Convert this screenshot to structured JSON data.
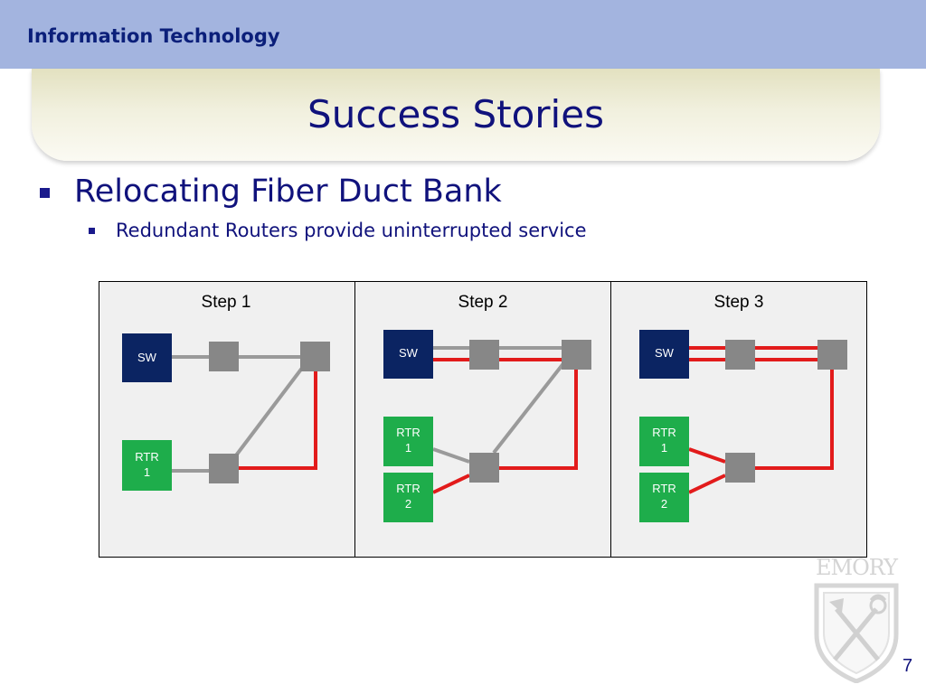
{
  "header": {
    "org": "Information Technology",
    "title": "Success Stories"
  },
  "bullets": [
    {
      "level": 1,
      "text": "Relocating Fiber Duct Bank"
    },
    {
      "level": 2,
      "text": "Redundant Routers provide uninterrupted service"
    }
  ],
  "diagram": {
    "steps": [
      {
        "label": "Step 1",
        "sw": "SW",
        "rtr1": [
          "RTR",
          "1"
        ]
      },
      {
        "label": "Step 2",
        "sw": "SW",
        "rtr1": [
          "RTR",
          "1"
        ],
        "rtr2": [
          "RTR",
          "2"
        ]
      },
      {
        "label": "Step 3",
        "sw": "SW",
        "rtr1": [
          "RTR",
          "1"
        ],
        "rtr2": [
          "RTR",
          "2"
        ]
      }
    ],
    "colors": {
      "sw": "#0b2462",
      "rtr": "#1ead4b",
      "node": "#878787",
      "gray_link": "#9a9a9a",
      "red_link": "#e21b1b",
      "panel_bg": "#f0f0f0"
    }
  },
  "logo": {
    "wordmark": "EMORY"
  },
  "page_number": "7"
}
